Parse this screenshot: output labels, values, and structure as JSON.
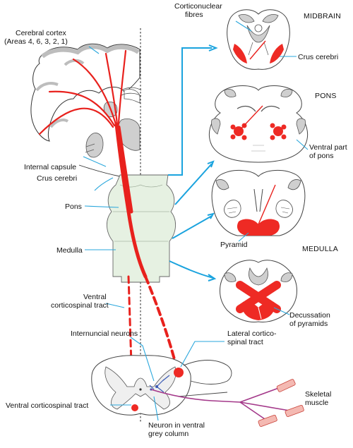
{
  "labels": {
    "cerebral_cortex_line1": "Cerebral cortex",
    "cerebral_cortex_line2": "(Areas 4, 6, 3, 2, 1)",
    "corticonuclear_line1": "Corticonuclear",
    "corticonuclear_line2": "fibres",
    "internal_capsule": "Internal capsule",
    "crus_cerebri_left": "Crus cerebri",
    "pons": "Pons",
    "medulla": "Medulla",
    "ventral_tract_line1": "Ventral",
    "ventral_tract_line2": "corticospinal tract",
    "internuncial_neurons": "Internuncial neurons",
    "lateral_tract_line1": "Lateral cortico-",
    "lateral_tract_line2": "spinal tract",
    "ventral_corticospinal_bottom": "Ventral corticospinal tract",
    "neuron_ventral_line1": "Neuron in ventral",
    "neuron_ventral_line2": "grey column",
    "skeletal_muscle_line1": "Skeletal",
    "skeletal_muscle_line2": "muscle",
    "crus_cerebri_right": "Crus cerebri",
    "ventral_part_line1": "Ventral part",
    "ventral_part_line2": "of pons",
    "pyramid": "Pyramid",
    "decussation_line1": "Decussation",
    "decussation_line2": "of pyramids"
  },
  "sections": {
    "midbrain": "MIDBRAIN",
    "pons": "PONS",
    "medulla": "MEDULLA"
  },
  "colors": {
    "tract": "#e8211d",
    "leader": "#2aa7dc",
    "brainstem": "#e6f1e2",
    "grey_matter": "#cfcfcf"
  }
}
